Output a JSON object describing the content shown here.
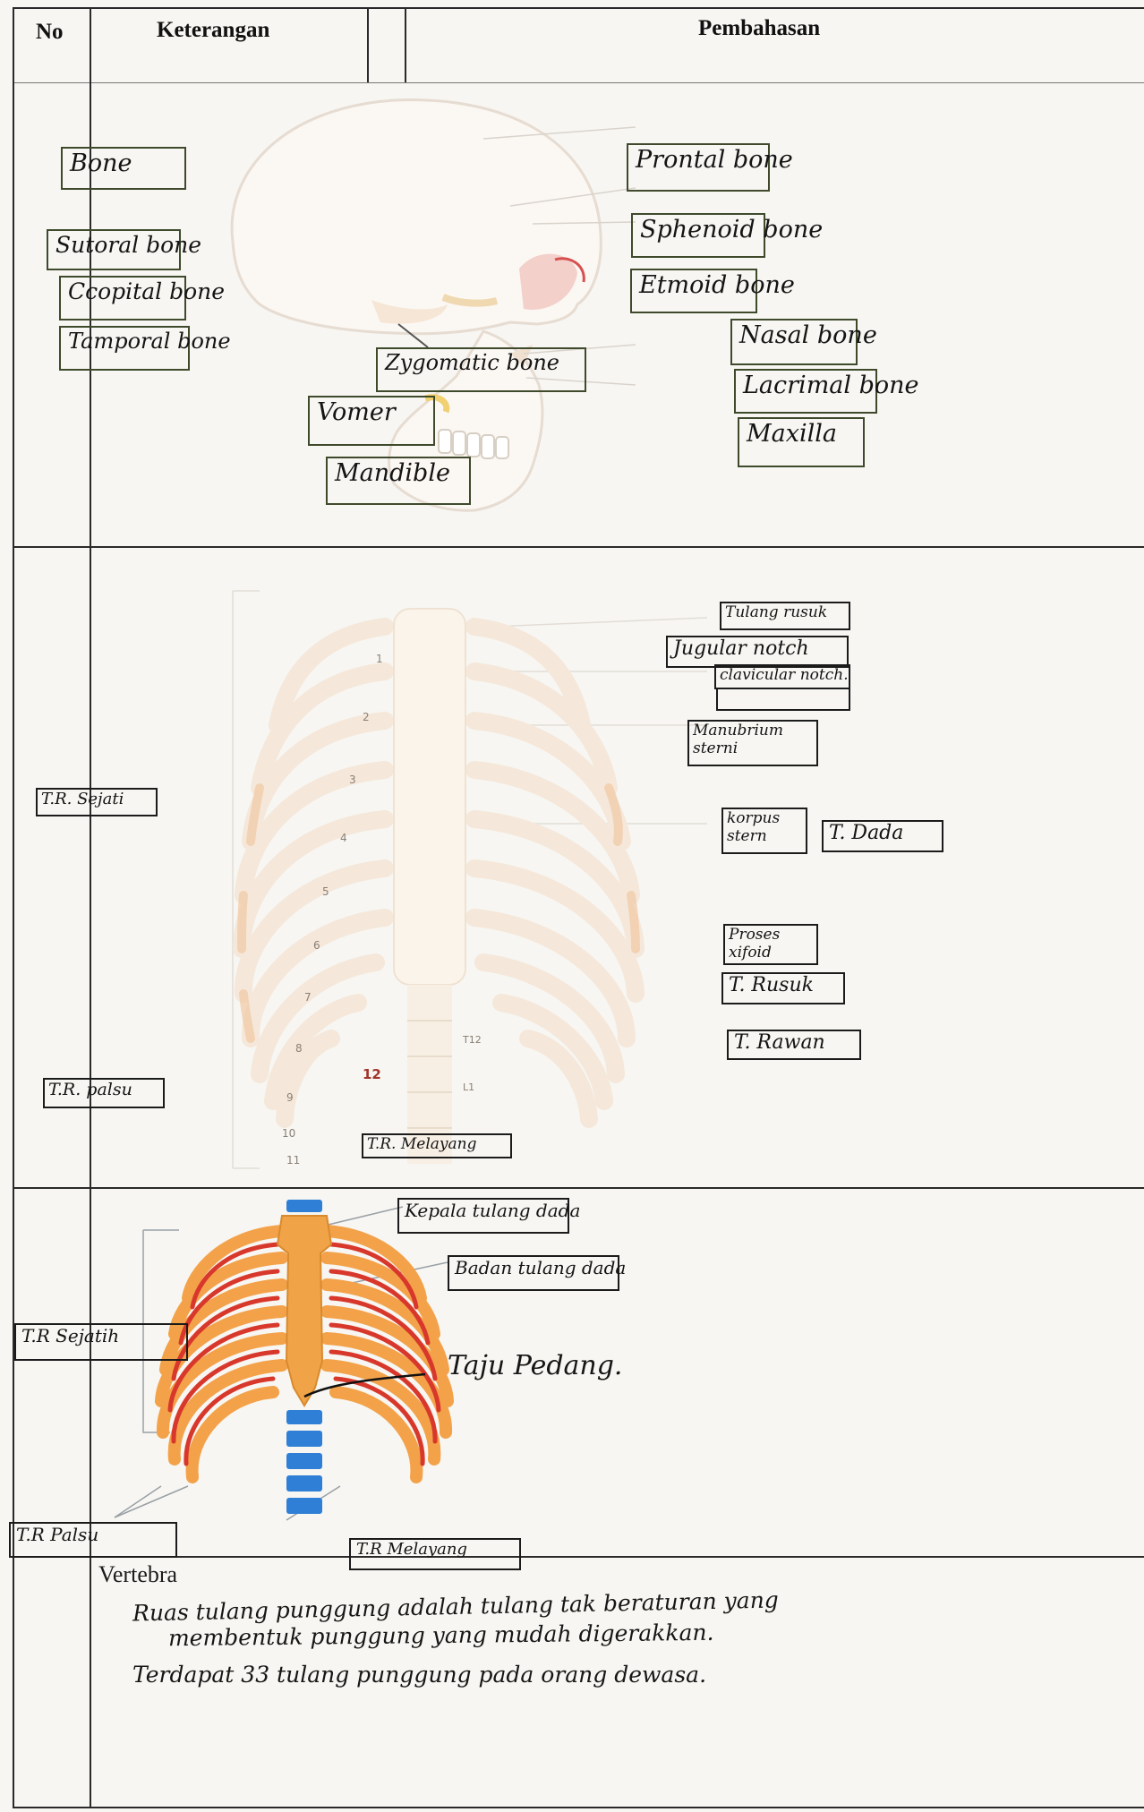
{
  "header": {
    "col_no": "No",
    "col_keterangan": "Keterangan",
    "col_pembahasan": "Pembahasan"
  },
  "skull": {
    "left_labels": [
      "Bone",
      "Sutoral bone",
      "Ccopital bone",
      "Tamporal bone"
    ],
    "right_labels": [
      "Prontal bone",
      "Sphenoid bone",
      "Etmoid bone",
      "Nasal bone",
      "Lacrimal bone",
      "Maxilla"
    ],
    "center_labels": [
      "Zygomatic bone",
      "Vomer",
      "Mandible"
    ]
  },
  "ribcage": {
    "right_labels": [
      "Tulang rusuk",
      "Jugular notch",
      "clavicular notch.",
      "",
      "Manubrium sterni",
      "korpus stern",
      "T. Dada",
      "Proses xifoid",
      "T. Rusuk",
      "T. Rawan"
    ],
    "left_labels": [
      "T.R. Sejati",
      "T.R. palsu"
    ],
    "bottom_label": "T.R. Melayang",
    "rib_numbers": [
      "1",
      "2",
      "3",
      "4",
      "5",
      "6",
      "7",
      "8",
      "9",
      "10",
      "11",
      "12"
    ],
    "spine_labels": [
      "T12",
      "L1"
    ]
  },
  "sternum": {
    "labels": [
      "Kepala tulang dada",
      "Badan tulang dada",
      "Taju Pedang.",
      "T.R Sejatih",
      "T.R Palsu",
      "T.R Melayang"
    ]
  },
  "vertebra": {
    "title": "Vertebra",
    "lines": [
      "Ruas tulang punggung adalah tulang tak beraturan yang",
      "membentuk punggung yang mudah digerakkan.",
      "Terdapat 33 tulang punggung pada orang dewasa."
    ]
  }
}
